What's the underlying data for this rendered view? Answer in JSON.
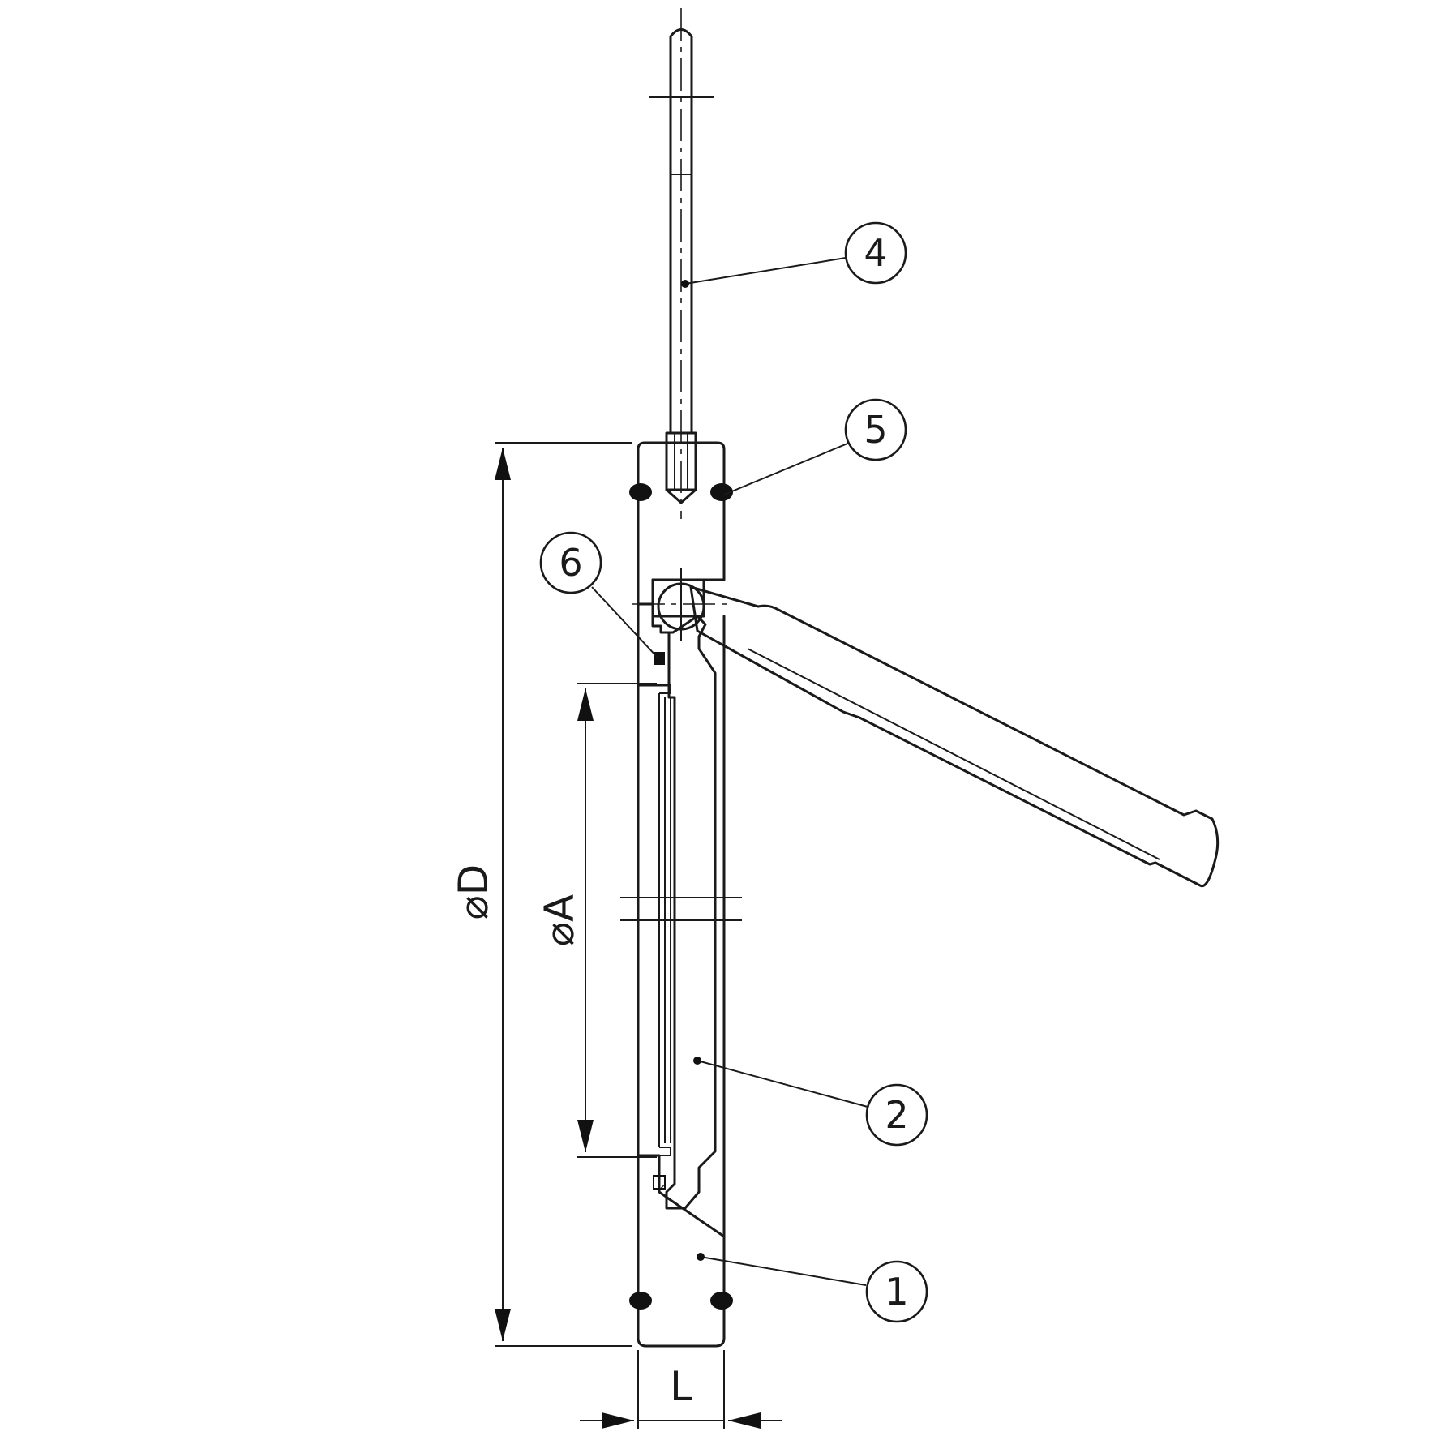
{
  "drawing": {
    "colors": {
      "line": "#1a1a1a",
      "background": "#ffffff"
    },
    "callouts": [
      {
        "id": "part-4",
        "label": "4"
      },
      {
        "id": "part-5",
        "label": "5"
      },
      {
        "id": "part-6",
        "label": "6"
      },
      {
        "id": "part-2",
        "label": "2"
      },
      {
        "id": "part-1",
        "label": "1"
      }
    ],
    "dimensions": {
      "outer_diameter": "⌀D",
      "bore_diameter": "⌀A",
      "length": "L"
    }
  }
}
